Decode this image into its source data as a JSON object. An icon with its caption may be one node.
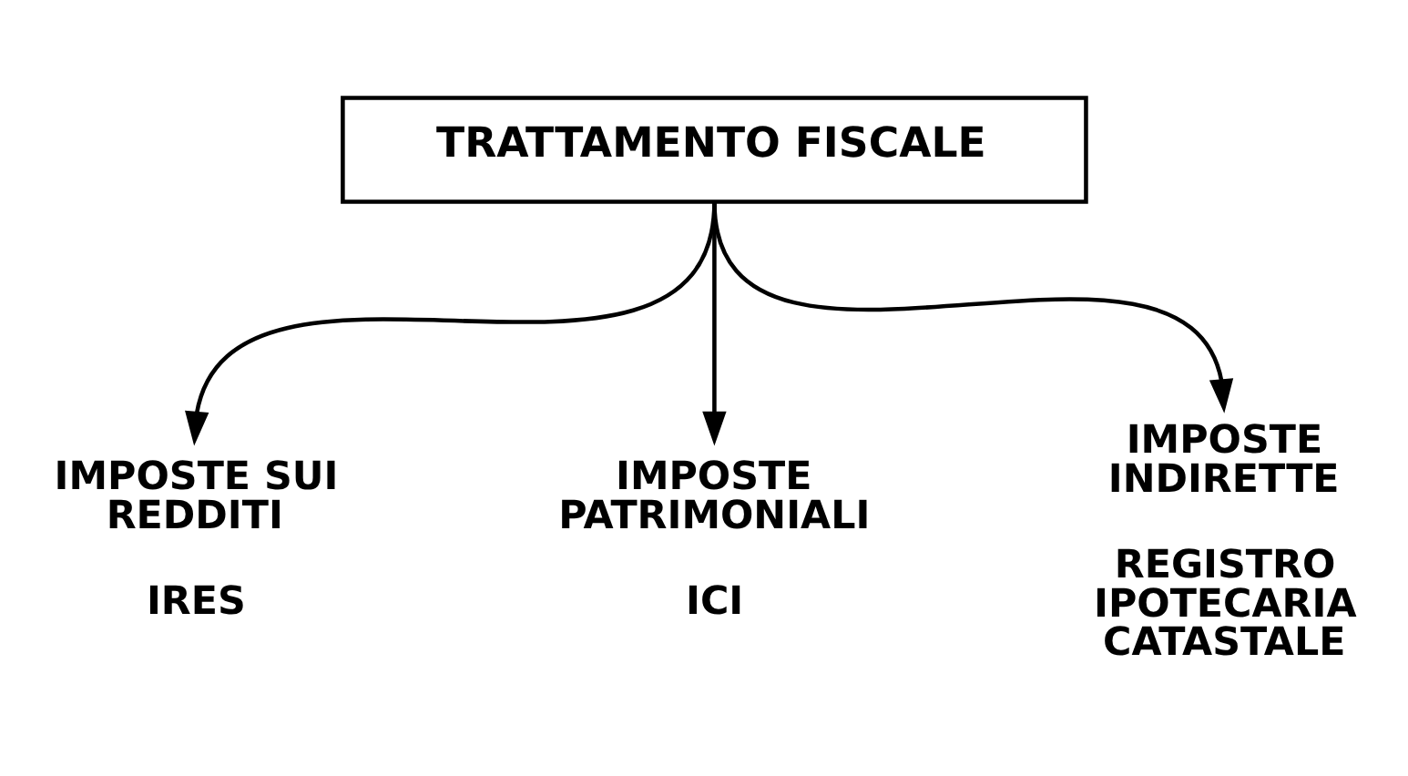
{
  "diagram": {
    "nodes": [
      {
        "text": [
          "TRATTAMENTO FISCALE"
        ]
      },
      {
        "text": [
          "IMPOSTE SUI REDDITI",
          "IRES"
        ]
      },
      {
        "text": [
          "IMPOSTE PATRIMONIALI",
          "ICI"
        ]
      },
      {
        "text": [
          "IMPOSTE INDIRETTE",
          "REGISTRO IPOTECARIA CATASTALE"
        ]
      }
    ],
    "edges": [
      {
        "from": 0,
        "to": 1,
        "arrow": "to"
      },
      {
        "from": 0,
        "to": 2,
        "arrow": "to"
      },
      {
        "from": 0,
        "to": 3,
        "arrow": "to"
      }
    ]
  }
}
